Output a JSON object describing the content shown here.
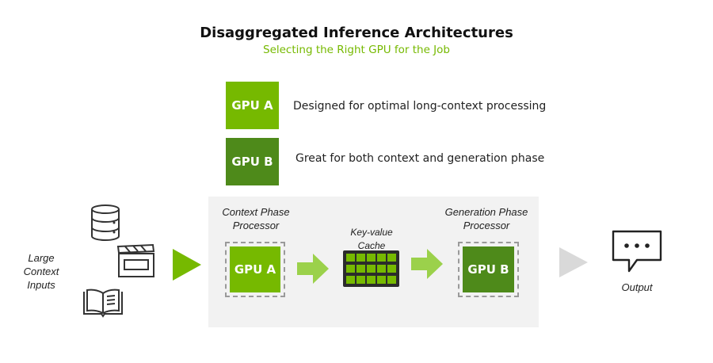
{
  "header": {
    "title": "Disaggregated Inference Architectures",
    "subtitle": "Selecting the Right GPU for the Job"
  },
  "legend": {
    "gpu_a": {
      "label": "GPU A",
      "description": "Designed for optimal long-context processing"
    },
    "gpu_b": {
      "label": "GPU B",
      "description": "Great for both context and generation phase"
    }
  },
  "flow": {
    "inputs_label_line1": "Large Context",
    "inputs_label_line2": "Inputs",
    "context_phase_line1": "Context Phase",
    "context_phase_line2": "Processor",
    "context_gpu": "GPU A",
    "kv_line1": "Key-value",
    "kv_line2": "Cache",
    "generation_phase_line1": "Generation Phase",
    "generation_phase_line2": "Processor",
    "generation_gpu": "GPU B",
    "output_label": "Output"
  },
  "colors": {
    "title_text": "#111111",
    "subtitle_text": "#76b900",
    "gpu_a_fill": "#76b900",
    "gpu_b_fill": "#4e8a1a",
    "arrow_green": "#76b900",
    "arrow_gray": "#d9d9d9",
    "panel_bg": "#f2f2f2"
  },
  "icons": [
    "database-icon",
    "clapperboard-icon",
    "book-icon",
    "speech-bubble-icon",
    "grid-cache-icon"
  ]
}
